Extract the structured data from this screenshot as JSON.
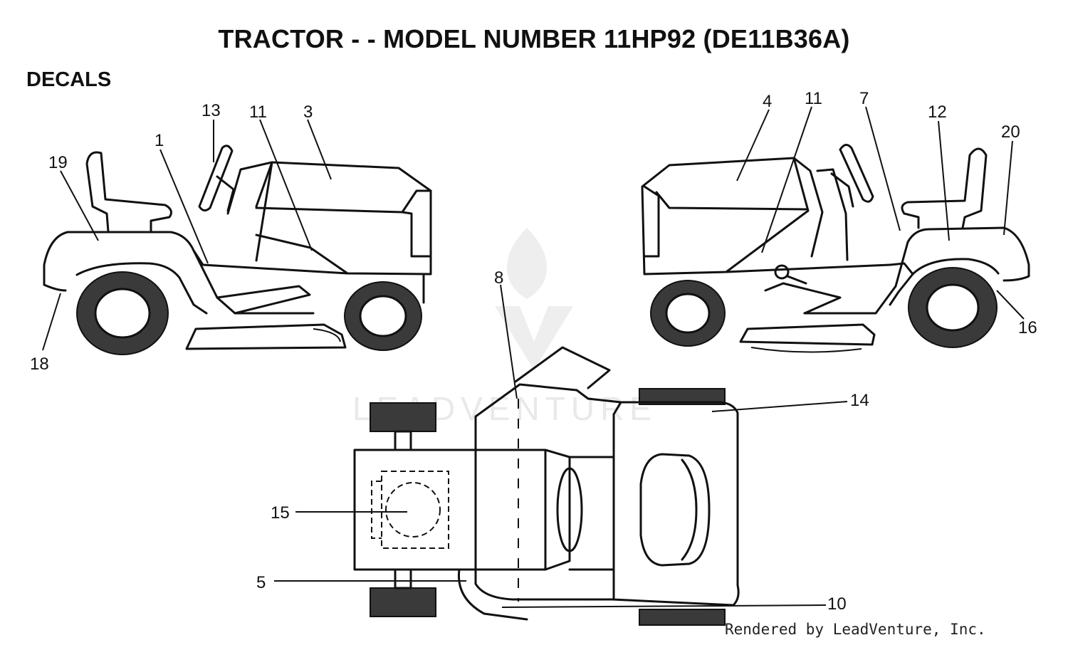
{
  "title": "TRACTOR - - MODEL NUMBER  11HP92 (DE11B36A)",
  "section": "DECALS",
  "watermark": "LEADVENTURE",
  "credit": "Rendered by LeadVenture, Inc.",
  "callouts": {
    "c1": "1",
    "c3": "3",
    "c4": "4",
    "c5": "5",
    "c7": "7",
    "c8": "8",
    "c10": "10",
    "c11a": "11",
    "c11b": "11",
    "c12": "12",
    "c13": "13",
    "c14": "14",
    "c15": "15",
    "c16": "16",
    "c18": "18",
    "c19": "19",
    "c20": "20"
  }
}
